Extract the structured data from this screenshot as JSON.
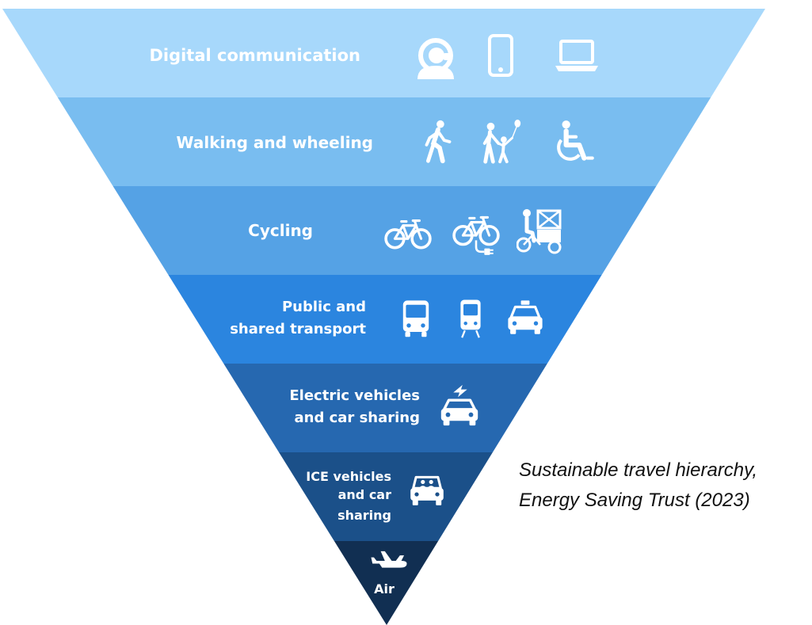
{
  "diagram": {
    "tiers": [
      {
        "id": "digital",
        "lines": [
          "Digital communication"
        ],
        "color": "#a7d8fb",
        "icons": [
          "headset-person-icon",
          "smartphone-icon",
          "laptop-icon"
        ]
      },
      {
        "id": "walking",
        "lines": [
          "Walking and wheeling"
        ],
        "color": "#79bdf0",
        "icons": [
          "pedestrian-icon",
          "family-walking-icon",
          "wheelchair-icon"
        ]
      },
      {
        "id": "cycling",
        "lines": [
          "Cycling"
        ],
        "color": "#55a2e5",
        "icons": [
          "bicycle-icon",
          "electric-bicycle-icon",
          "cargo-bike-icon"
        ]
      },
      {
        "id": "public",
        "lines": [
          "Public and",
          "shared transport"
        ],
        "color": "#2b85df",
        "icons": [
          "bus-icon",
          "tram-icon",
          "taxi-icon"
        ]
      },
      {
        "id": "electric",
        "lines": [
          "Electric vehicles",
          "and car sharing"
        ],
        "color": "#2668b0",
        "icons": [
          "electric-car-icon"
        ]
      },
      {
        "id": "ice",
        "lines": [
          "ICE vehicles",
          "and car",
          "sharing"
        ],
        "color": "#1b5089",
        "icons": [
          "car-passengers-icon"
        ]
      },
      {
        "id": "air",
        "lines": [
          "Air"
        ],
        "color": "#112f52",
        "icons": [
          "airplane-icon"
        ]
      }
    ]
  },
  "caption": {
    "line1": "Sustainable travel hierarchy,",
    "line2": "Energy Saving Trust (2023)"
  }
}
